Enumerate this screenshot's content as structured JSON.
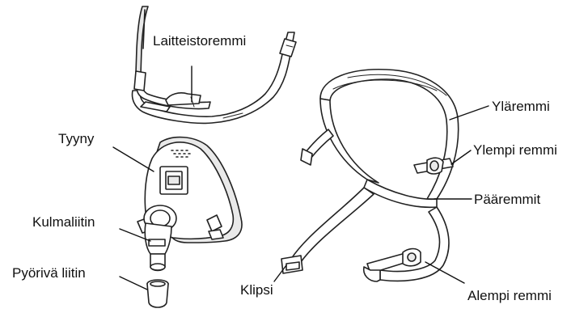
{
  "labels": {
    "laitteistoremmi": "Laitteistoremmi",
    "tyyny": "Tyyny",
    "kulmaliitin": "Kulmaliitin",
    "pyoriva_liitin": "Pyörivä liitin",
    "klipsi": "Klipsi",
    "ylaremmi": "Yläremmi",
    "ylempi_remmi": "Ylempi remmi",
    "paaremmit": "Pääremmit",
    "alempi_remmi": "Alempi remmi"
  }
}
